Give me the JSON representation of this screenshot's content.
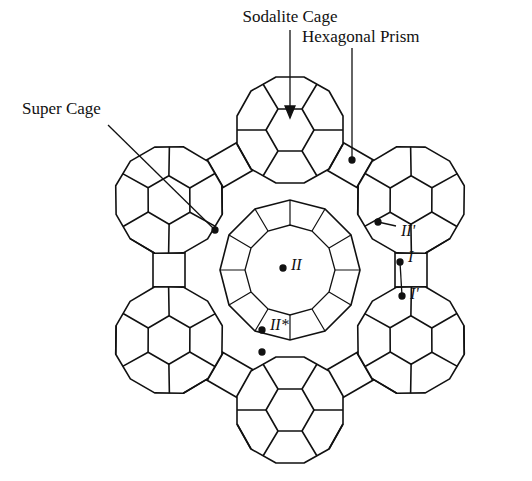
{
  "diagram": {
    "labels": [
      "Sodalite Cage",
      "Super Cage",
      "Hexagonal Prism",
      "II",
      "II'",
      "I",
      "I'",
      "II*"
    ]
  }
}
